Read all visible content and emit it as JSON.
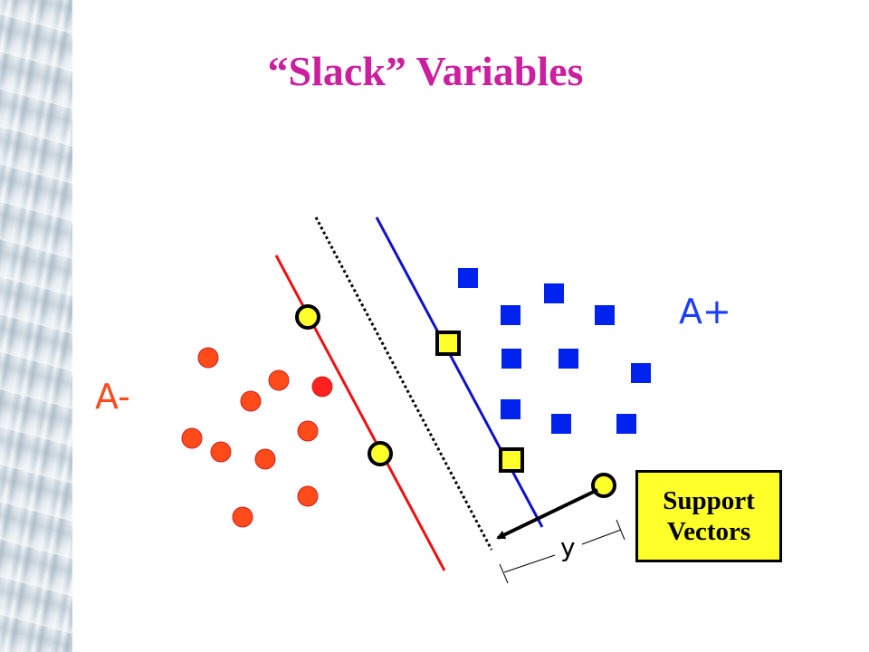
{
  "title": "“Slack” Variables",
  "labels": {
    "positive_class": "A+",
    "negative_class": "A-",
    "margin_symbol": "y"
  },
  "support_box": {
    "line1": "Support",
    "line2": "Vectors"
  },
  "colors": {
    "title": "#cc1f9f",
    "positive": "#0022ee",
    "negative": "#ff4a1a",
    "support_vector": "#ffff2a",
    "negative_boundary": "#ee1111",
    "positive_boundary": "#1111cc"
  }
}
